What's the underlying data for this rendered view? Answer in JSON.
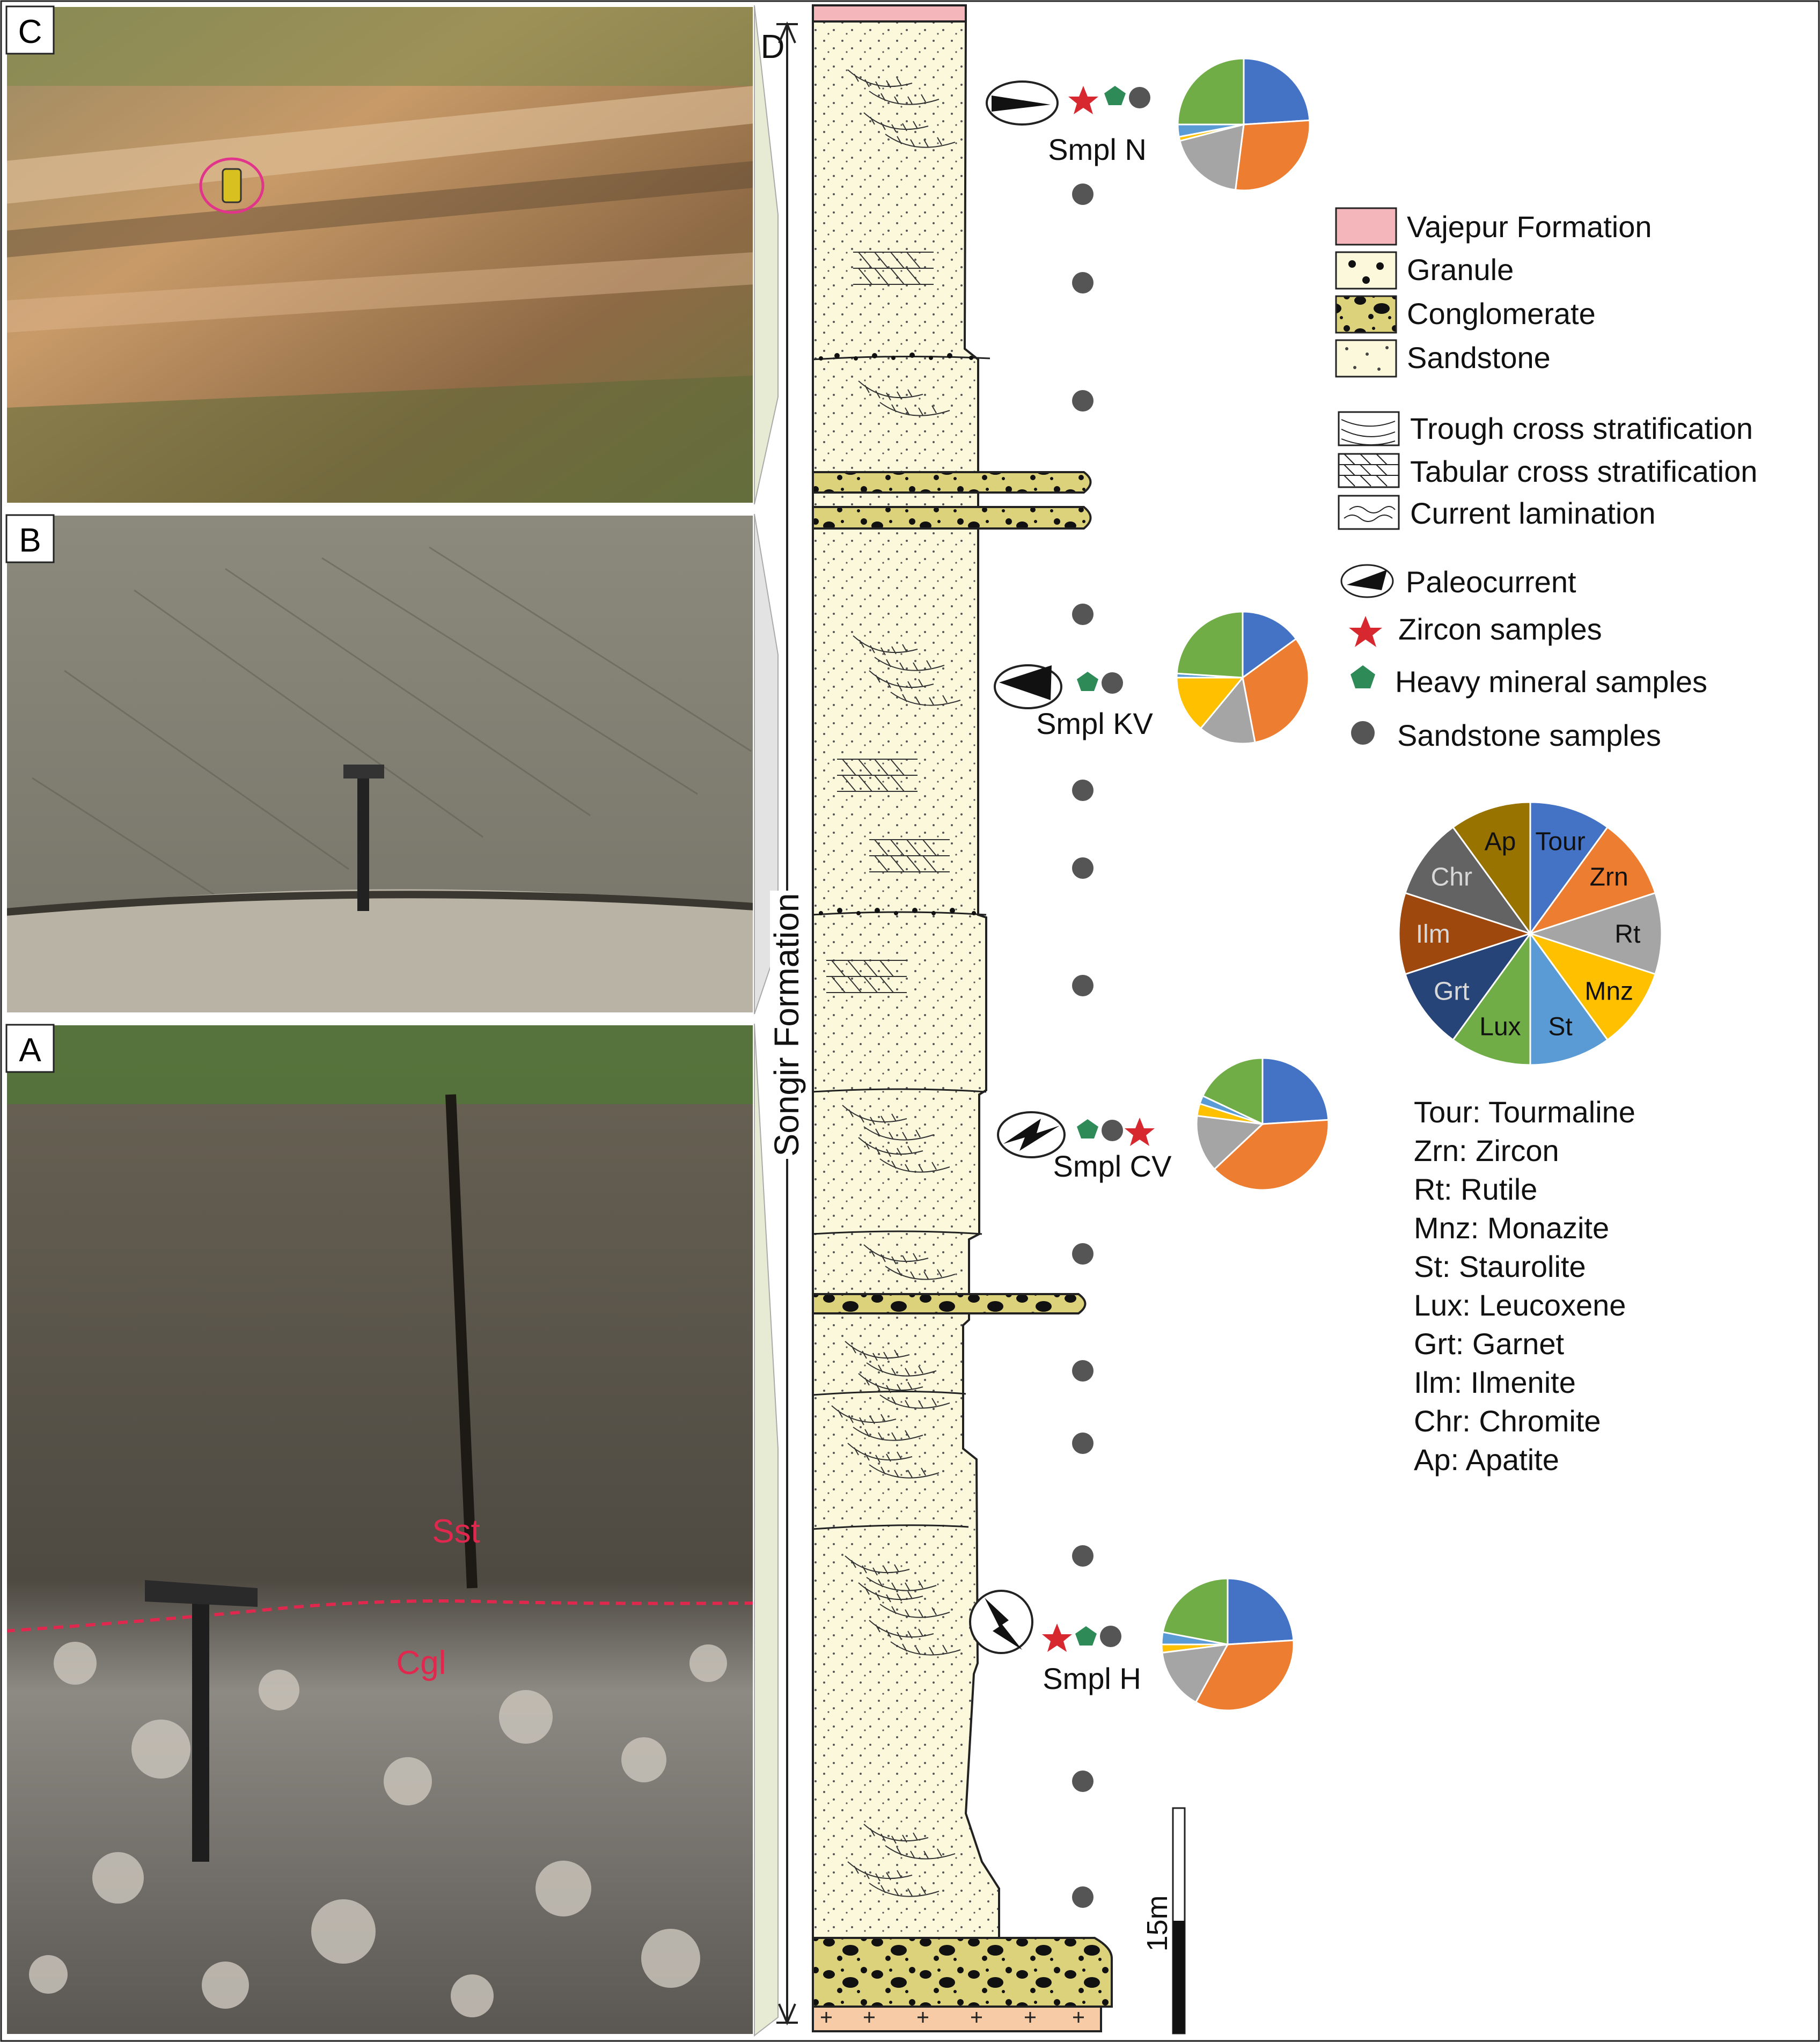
{
  "panels": {
    "c": {
      "letter": "C"
    },
    "b": {
      "letter": "B"
    },
    "a": {
      "letter": "A",
      "sst_label": "Sst",
      "cgl_label": "Cgl"
    },
    "d": {
      "letter": "D"
    }
  },
  "column": {
    "formation_label": "Songir Formation",
    "scale_label": "15m"
  },
  "samples": {
    "n": {
      "label": "Smpl N"
    },
    "kv": {
      "label": "Smpl KV"
    },
    "cv": {
      "label": "Smpl CV"
    },
    "h": {
      "label": "Smpl H"
    }
  },
  "legend": {
    "lithology": [
      "Vajepur Formation",
      "Granule",
      "Conglomerate",
      "Sandstone"
    ],
    "structures": [
      "Trough cross stratification",
      "Tabular cross stratification",
      "Current lamination"
    ],
    "symbols": [
      "Paleocurrent",
      "Zircon samples",
      "Heavy mineral samples",
      "Sandstone samples"
    ]
  },
  "minerals": {
    "abbrev": [
      "Tour",
      "Zrn",
      "Rt",
      "Mnz",
      "St",
      "Lux",
      "Grt",
      "Ilm",
      "Chr",
      "Ap"
    ],
    "legend_lines": [
      "Tour: Tourmaline",
      "Zrn: Zircon",
      "Rt: Rutile",
      "Mnz: Monazite",
      "St: Staurolite",
      "Lux: Leucoxene",
      "Grt: Garnet",
      "Ilm: Ilmenite",
      "Chr: Chromite",
      "Ap: Apatite"
    ]
  },
  "colors": {
    "tour": "#4472c4",
    "zrn": "#ed7d31",
    "rt": "#a5a5a5",
    "mnz": "#ffc000",
    "st": "#5b9bd5",
    "lux": "#70ad47",
    "grt": "#264478",
    "ilm": "#9e480e",
    "chr": "#636363",
    "ap": "#997300",
    "sandstone": "#fbf8dc",
    "conglomerate": "#ddd27c",
    "vajepur": "#f4b6bb",
    "basement": "#f6cba6",
    "zircon_star": "#d7282f",
    "heavy_mineral": "#2e8b57"
  },
  "chart_data": [
    {
      "type": "pie",
      "title": "",
      "categories": [
        "Tour",
        "Zrn",
        "Rt",
        "Mnz",
        "St",
        "Lux",
        "Grt",
        "Ilm",
        "Chr",
        "Ap"
      ],
      "values": [
        10,
        10,
        10,
        10,
        10,
        10,
        10,
        10,
        10,
        10
      ]
    },
    {
      "type": "pie",
      "title": "",
      "categories": [
        "Tour",
        "Zrn",
        "Rt",
        "Mnz",
        "St",
        "Lux"
      ],
      "values": [
        24,
        28,
        19,
        1,
        3,
        25
      ]
    },
    {
      "type": "pie",
      "title": "",
      "categories": [
        "Tour",
        "Zrn",
        "Rt",
        "Mnz",
        "St",
        "Lux"
      ],
      "values": [
        15,
        32,
        14,
        14,
        1,
        24
      ]
    },
    {
      "type": "pie",
      "title": "",
      "categories": [
        "Tour",
        "Zrn",
        "Rt",
        "Mnz",
        "St",
        "Lux"
      ],
      "values": [
        24,
        39,
        14,
        3,
        2,
        18
      ]
    },
    {
      "type": "pie",
      "title": "",
      "categories": [
        "Tour",
        "Zrn",
        "Rt",
        "Mnz",
        "St",
        "Lux"
      ],
      "values": [
        24,
        34,
        15,
        2,
        3,
        22
      ]
    }
  ]
}
